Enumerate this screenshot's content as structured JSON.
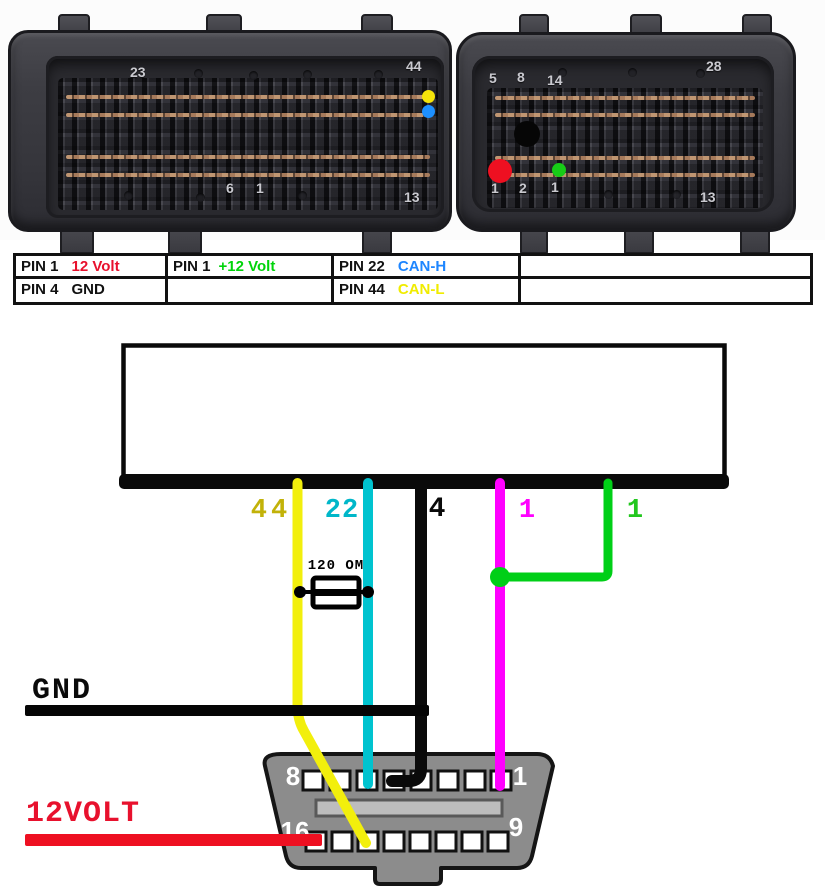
{
  "colors": {
    "red_text": "#e8112d",
    "green_text": "#00d40a",
    "blue_text": "#1e86ff",
    "yellow_text": "#f0ec00",
    "black": "#0a0a0a",
    "wire_yellow": "#f2ef0c",
    "wire_cyan": "#00c3cf",
    "wire_magenta": "#ff00ff",
    "wire_green": "#00cf17",
    "wire_red": "#ee1021",
    "label_olive": "#c2b209",
    "label_cyan": "#00b7c9"
  },
  "ecu_photo": {
    "left_connector": {
      "num_top_left": "23",
      "num_top_right": "44",
      "num_bottom_a": "6",
      "num_bottom_b": "1",
      "num_bottom_right": "13",
      "markers": [
        {
          "color": "yellow",
          "pin": "44"
        },
        {
          "color": "blue",
          "pin": "22"
        }
      ]
    },
    "right_connector": {
      "num_top_a": "5",
      "num_top_b": "8",
      "num_top_c": "14",
      "num_top_right": "28",
      "num_bottom_a": "1",
      "num_bottom_b": "2",
      "num_bottom_c": "1",
      "num_bottom_right": "13",
      "markers": [
        {
          "color": "black"
        },
        {
          "color": "red",
          "pin": "1"
        },
        {
          "color": "green",
          "pin": "1"
        }
      ]
    }
  },
  "pin_table": {
    "rows": [
      [
        {
          "pin": "PIN 1",
          "value": "12 Volt",
          "color": "#e8112d"
        },
        {
          "pin": "PIN 1",
          "value": "+12 Volt",
          "color": "#00d40a"
        },
        {
          "pin": "PIN 22",
          "value": "CAN-H",
          "color": "#1e86ff"
        },
        {
          "pin": "",
          "value": "",
          "color": ""
        }
      ],
      [
        {
          "pin": "PIN 4",
          "value": "GND",
          "color": "#111111"
        },
        {
          "pin": "",
          "value": "",
          "color": ""
        },
        {
          "pin": "PIN 44",
          "value": "CAN-L",
          "color": "#f0ec00"
        },
        {
          "pin": "",
          "value": "",
          "color": ""
        }
      ]
    ]
  },
  "diagram": {
    "wire_labels": [
      {
        "text": "44",
        "color": "#c2b209"
      },
      {
        "text": "22",
        "color": "#00b7c9"
      },
      {
        "text": "4",
        "color": "#0a0a0a"
      },
      {
        "text": "1",
        "color": "#ff00ff"
      },
      {
        "text": "1",
        "color": "#22c71e"
      }
    ],
    "resistor_label": "120 OM",
    "gnd_label": "GND",
    "power_label": "12VOLT",
    "obd_pin_labels": {
      "top_left": "8",
      "top_right": "1",
      "bottom_left": "16",
      "bottom_right": "9"
    }
  }
}
